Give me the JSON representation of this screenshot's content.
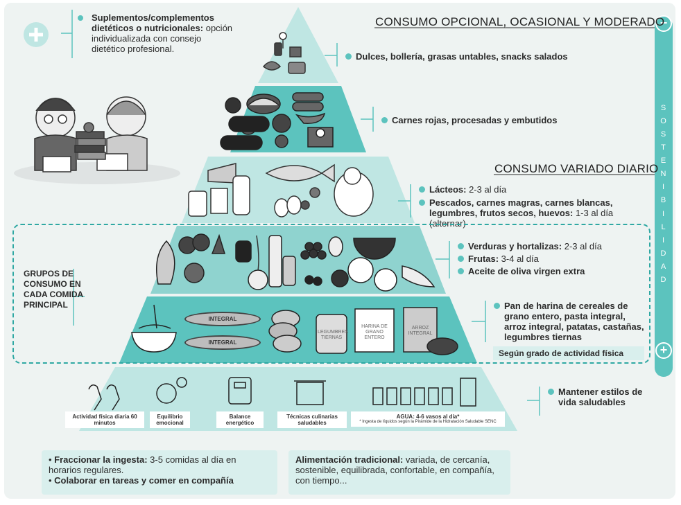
{
  "headings": {
    "optional": "CONSUMO OPCIONAL, OCASIONAL Y MODERADO",
    "daily": "CONSUMO VARIADO DIARIO"
  },
  "sustainability": {
    "letters": [
      "S",
      "O",
      "S",
      "T",
      "E",
      "N",
      "I",
      "B",
      "I",
      "L",
      "I",
      "D",
      "A",
      "D"
    ],
    "minus": "−",
    "plus": "+"
  },
  "supplements": {
    "title": "Suplementos/complementos dietéticos o nutricionales:",
    "text": "opción individualizada con consejo dietético profesional."
  },
  "tiers": {
    "sweets": {
      "label": "Dulces, bollería, grasas untables, snacks salados"
    },
    "meats": {
      "label": "Carnes rojas, procesadas y embutidos"
    },
    "protein": {
      "dairy_label": "Lácteos:",
      "dairy_amount": " 2-3 al día",
      "protein_label": "Pescados, carnes magras, carnes blancas, legumbres, frutos secos, huevos:",
      "protein_amount": " 1-3 al día (alternar)"
    },
    "produce": {
      "veg_label": "Verduras y hortalizas:",
      "veg_amount": " 2-3 al día",
      "fruit_label": "Frutas:",
      "fruit_amount": " 3-4 al día",
      "oil_label": "Aceite de oliva virgen extra"
    },
    "grains": {
      "label": "Pan de harina de cereales de grano entero, pasta integral, arroz integral, patatas, castañas, legumbres tiernas",
      "tag": "Según grado de actividad física",
      "pill1": "INTEGRAL",
      "pill2": "INTEGRAL",
      "jar1": "LEGUMBRES TIERNAS",
      "jar2": "HARINA DE GRANO ENTERO",
      "jar3": "ARROZ INTEGRAL"
    },
    "base": {
      "label": "Mantener estilos de vida saludables",
      "activity": "Actividad física diaria 60 minutos",
      "balance": "Equilibrio emocional",
      "energy": "Balance energético",
      "cooking": "Técnicas culinarias saludables",
      "water": "AGUA: 4-6 vasos al día*",
      "water_note": "* Ingesta de líquidos según la Pirámide de la Hidratación Saludable SENC"
    }
  },
  "groups_label": "GRUPOS DE CONSUMO EN CADA COMIDA PRINCIPAL",
  "bottom": {
    "left_bullet1_bold": "Fraccionar la ingesta:",
    "left_bullet1_text": " 3-5 comidas al día en horarios regulares.",
    "left_bullet2_bold": "Colaborar en tareas y comer en compañía",
    "right_bold": "Alimentación tradicional:",
    "right_text": " variada, de cercanía, sostenible, equilibrada, confortable, en compañía, con tiempo..."
  },
  "colors": {
    "teal": "#5cc3be",
    "teal_light": "#bfe6e3",
    "teal_dark": "#2fa8a3",
    "panel": "#eef3f2"
  }
}
